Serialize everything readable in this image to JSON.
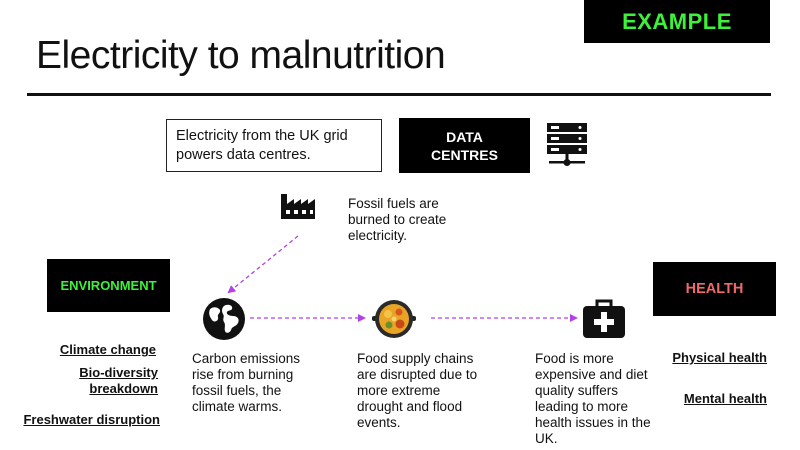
{
  "badge": "EXAMPLE",
  "title": "Electricity to malnutrition",
  "info_text": "Electricity from the UK grid powers data centres.",
  "data_centres_label": "DATA CENTRES",
  "fossil_text": "Fossil fuels are burned to create electricity.",
  "environment_label": "ENVIRONMENT",
  "health_label": "HEALTH",
  "carbon_text": "Carbon emissions rise from burning fossil fuels, the climate warms.",
  "food_chain_text": "Food supply chains are disrupted due to more extreme drought and flood events.",
  "food_health_text": "Food is more expensive and diet quality suffers leading to more health issues in the UK.",
  "environment_impacts": [
    "Climate change",
    "Bio-diversity breakdown",
    "Freshwater disruption"
  ],
  "health_impacts": [
    "Physical health",
    "Mental health"
  ],
  "colors": {
    "badge_text": "#3ef13a",
    "environment_label": "#3ef13a",
    "health_label": "#f06a6a",
    "arrow": "#b042e8"
  },
  "icons": [
    "server-rack-icon",
    "factory-icon",
    "globe-icon",
    "paella-pan-icon",
    "first-aid-kit-icon"
  ]
}
